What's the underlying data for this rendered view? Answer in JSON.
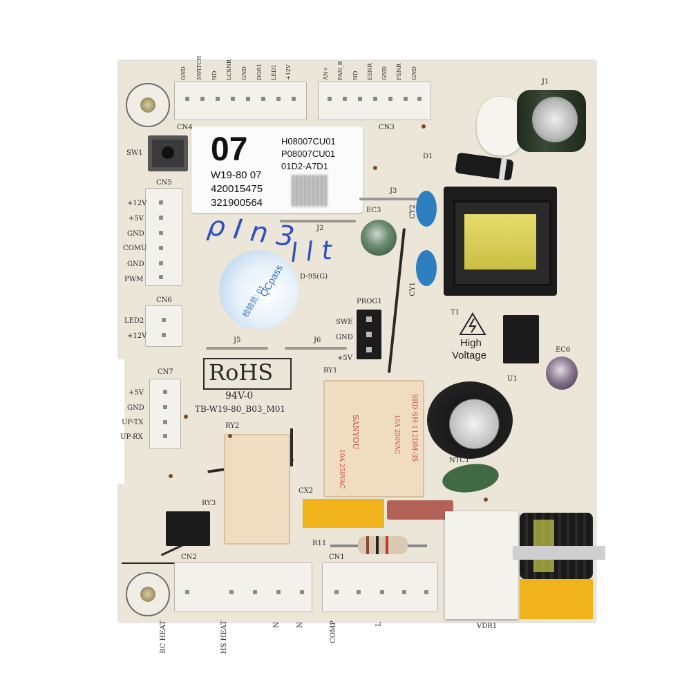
{
  "sticker": {
    "number": "07",
    "model": "W19-80 07",
    "id_1": "420015475",
    "id_2": "321900564",
    "code_1": "H08007CU01",
    "code_2": "P08007CU01",
    "code_3": "01D2-A7D1"
  },
  "qc_label": {
    "pass_text": "QCpass",
    "inspector": "检验员: 01"
  },
  "silkscreen": {
    "cn4_pins": [
      "GND",
      "SWITCH",
      "ND",
      "LCSNR",
      "GND",
      "DOR1",
      "LED1",
      "+12V"
    ],
    "cn3_pins": [
      "AN+",
      "FAN_B",
      "ND",
      "ESNR",
      "GND",
      "FSNR",
      "GND"
    ],
    "cn4": "CN4",
    "cn3": "CN3",
    "sw1": "SW1",
    "cn5": "CN5",
    "cn5_pins": [
      "+12V",
      "+5V",
      "GND",
      "COMU",
      "GND",
      "PWM"
    ],
    "cn6": "CN6",
    "cn6_pins": [
      "LED2",
      "+12V"
    ],
    "cn7": "CN7",
    "cn7_pins": [
      "+5V",
      "GND",
      "UP-TX",
      "UP-RX"
    ],
    "j1": "J1",
    "j2": "J2",
    "j3": "J3",
    "j5": "J5",
    "j6": "J6",
    "d1": "D1",
    "ec3": "EC3",
    "cy2": "CY2",
    "cy1": "CY1",
    "t1": "T1",
    "u1": "U1",
    "ec6": "EC6",
    "prog1": "PROG1",
    "prog1_pins": [
      "SWE",
      "GND",
      "+5V"
    ],
    "rohs": "RoHS",
    "rating": "94V-0",
    "board_id": "TB-W19-80_B03_M01",
    "ry1": "RY1",
    "ry2": "RY2",
    "ry3": "RY3",
    "ntc1": "NTC1",
    "cx2": "CX2",
    "r11": "R11",
    "cn2": "CN2",
    "cn1": "CN1",
    "vdr1": "VDR1",
    "high_voltage_1": "High",
    "high_voltage_2": "Voltage",
    "bottom_labels": [
      "BC HEAT",
      "HS HEAT",
      "N",
      "N",
      "COMP",
      "L"
    ],
    "d95": "D-95(G)"
  },
  "relay_ry1": {
    "brand": "SANYOU",
    "part": "SRD-SH-112DM-35",
    "rating_1": "10A 250VAC",
    "rating_2": "10A 250VAC"
  },
  "handwriting": {
    "left": "ρ I n 3",
    "right": "l l t"
  },
  "colors": {
    "pcb": "#ece6d9",
    "relay": "#f0dcc0",
    "x_capacitor": "#f0b31c",
    "blue_capacitor": "#2d7fc0",
    "qc_sticker": "#cfe3f5",
    "marker_ink": "#1a3fbf"
  },
  "icons": [
    "high-voltage-warning-icon"
  ]
}
